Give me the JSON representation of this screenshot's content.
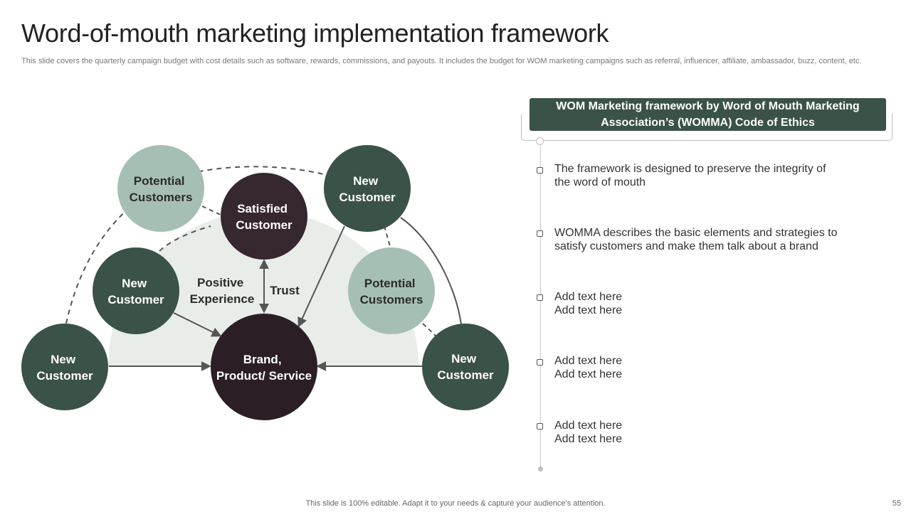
{
  "title": "Word-of-mouth marketing implementation framework",
  "subtitle": "This slide covers the quarterly campaign budget with cost details such as software, rewards, commissions, and payouts. It includes the budget for WOM  marketing campaigns such as referral, influencer, affiliate, ambassador, buzz, content, etc.",
  "colors": {
    "dark_green": "#3a5247",
    "sage": "#a6bfb4",
    "dark_plum": "#372730",
    "darkest_plum": "#2b1f25",
    "pale_bg": "#e8edea",
    "connector": "#555555"
  },
  "diagram": {
    "potential_customers_left": [
      "Potential",
      "Customers"
    ],
    "satisfied_customer": [
      "Satisfied",
      "Customer"
    ],
    "new_customer_top": [
      "New",
      "Customer"
    ],
    "new_customer_mid_left": [
      "New",
      "Customer"
    ],
    "potential_customers_right": [
      "Potential",
      "Customers"
    ],
    "new_customer_bottom_left": [
      "New",
      "Customer"
    ],
    "brand": [
      "Brand,",
      "Product/ Service"
    ],
    "new_customer_bottom_right": [
      "New",
      "Customer"
    ],
    "positive_experience": [
      "Positive",
      "Experience"
    ],
    "trust": "Trust"
  },
  "panel": {
    "header": [
      "WOM Marketing framework by Word of Mouth Marketing",
      "Association’s (WOMMA) Code of Ethics"
    ],
    "items": [
      [
        "The framework is designed to preserve the integrity of",
        "the word of mouth"
      ],
      [
        "WOMMA describes the basic elements and strategies to",
        "satisfy customers and make them talk about a brand"
      ],
      [
        "Add text here",
        "Add text here"
      ],
      [
        "Add text here",
        "Add text here"
      ],
      [
        "Add text here",
        "Add text here"
      ]
    ]
  },
  "footer": "This slide is 100% editable. Adapt it to your needs & capture your audience’s attention.",
  "page_number": "55"
}
